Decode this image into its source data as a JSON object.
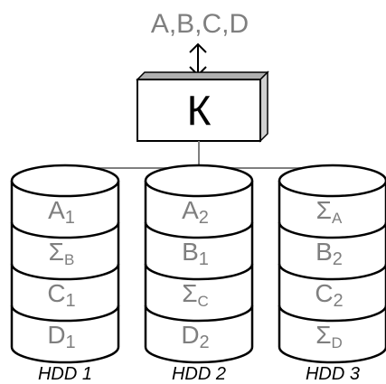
{
  "io_label": "A,B,C,D",
  "controller": {
    "label": "К"
  },
  "disks": [
    {
      "label": "HDD 1",
      "blocks": [
        {
          "main": "A",
          "sub": "1"
        },
        {
          "main": "Σ",
          "sub": "B"
        },
        {
          "main": "C",
          "sub": "1"
        },
        {
          "main": "D",
          "sub": "1"
        }
      ]
    },
    {
      "label": "HDD 2",
      "blocks": [
        {
          "main": "A",
          "sub": "2"
        },
        {
          "main": "B",
          "sub": "1"
        },
        {
          "main": "Σ",
          "sub": "C"
        },
        {
          "main": "D",
          "sub": "2"
        }
      ]
    },
    {
      "label": "HDD 3",
      "blocks": [
        {
          "main": "Σ",
          "sub": "A"
        },
        {
          "main": "B",
          "sub": "2"
        },
        {
          "main": "C",
          "sub": "2"
        },
        {
          "main": "Σ",
          "sub": "D"
        }
      ]
    }
  ],
  "colors": {
    "line": "#000000",
    "text_gray": "#7f7f7f",
    "box_top": "#b0b0b0",
    "box_side": "#d0d0d0"
  }
}
